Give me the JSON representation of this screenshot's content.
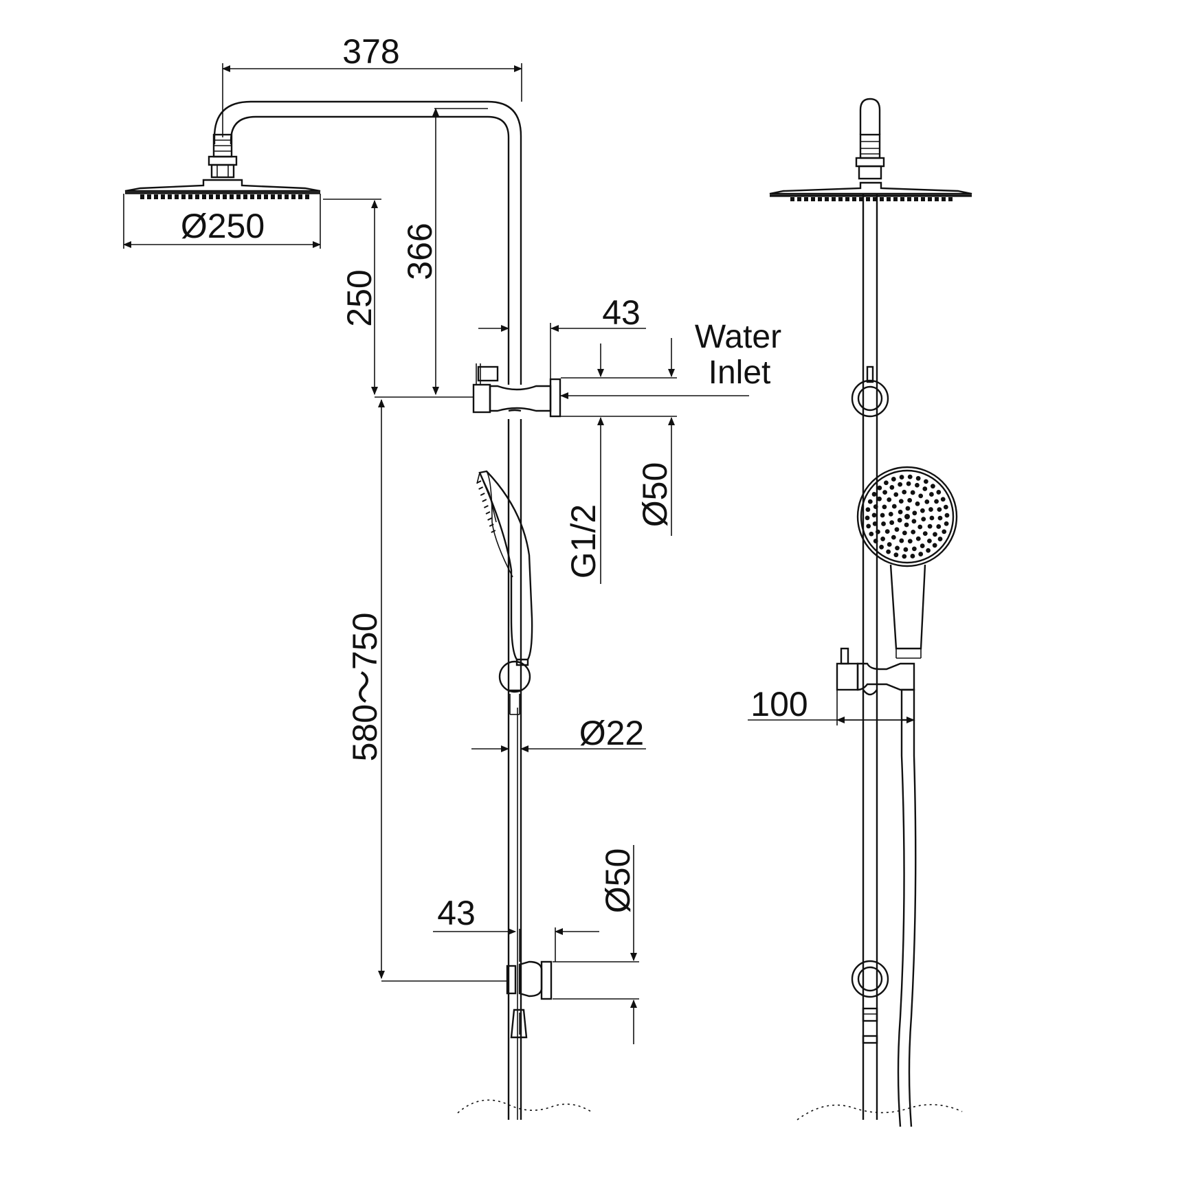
{
  "diagram": {
    "dimensions": {
      "arm_width": "378",
      "head_diameter": "Ø250",
      "head_height": "250",
      "arm_height": "366",
      "inlet_offset_top": "43",
      "inlet_diameter": "Ø50",
      "inlet_thread": "G1/2",
      "rail_range": "580～750",
      "rail_diameter": "Ø22",
      "bracket_offset_bottom": "43",
      "bracket_diameter_bottom": "Ø50",
      "side_depth": "100"
    },
    "labels": {
      "water_inlet_line1": "Water",
      "water_inlet_line2": "Inlet"
    }
  }
}
